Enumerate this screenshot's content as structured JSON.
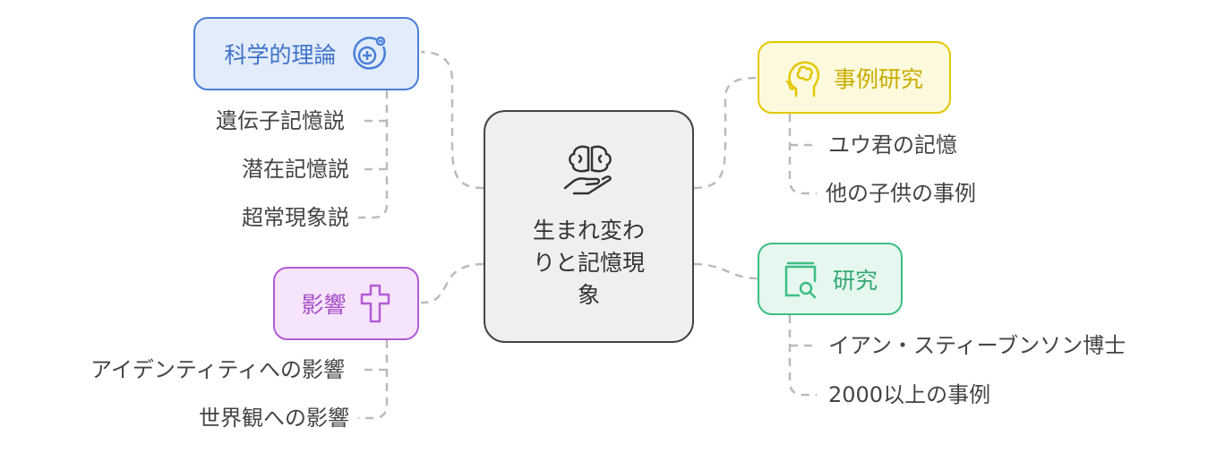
{
  "center": {
    "lines": [
      "生まれ変わ",
      "りと記憶現",
      "象"
    ],
    "icon": "brain-hand-icon"
  },
  "branches": {
    "theory": {
      "label": "科学的理論",
      "icon": "atom-icon",
      "color": "#4a7fd8",
      "children": [
        "遺伝子記憶説",
        "潜在記憶説",
        "超常現象説"
      ]
    },
    "impact": {
      "label": "影響",
      "icon": "cross-icon",
      "color": "#b35bd6",
      "children": [
        "アイデンティティへの影響",
        "世界観への影響"
      ]
    },
    "cases": {
      "label": "事例研究",
      "icon": "head-brain-icon",
      "color": "#e2c800",
      "children": [
        "ユウ君の記憶",
        "他の子供の事例"
      ]
    },
    "research": {
      "label": "研究",
      "icon": "book-search-icon",
      "color": "#3dbd84",
      "children": [
        "イアン・スティーブンソン博士",
        "2000以上の事例"
      ]
    }
  }
}
